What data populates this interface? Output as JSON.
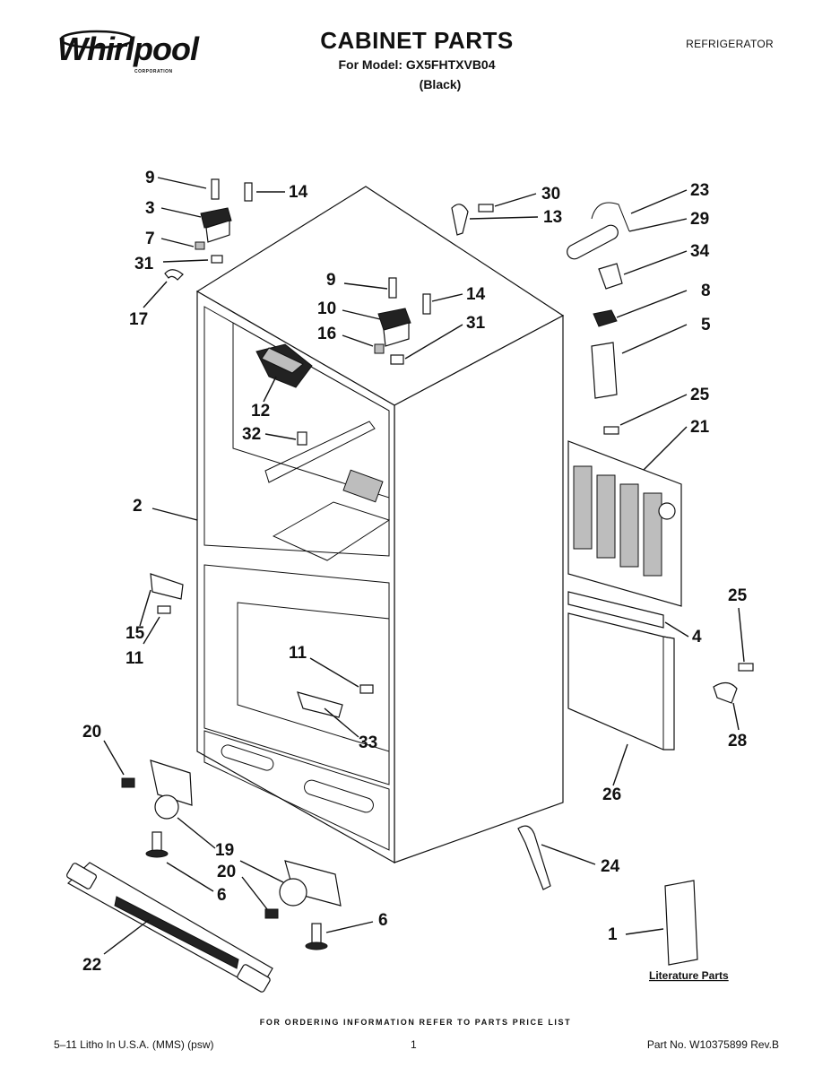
{
  "header": {
    "brand": "Whirlpool",
    "brand_sub": "CORPORATION",
    "title": "CABINET PARTS",
    "model_line": "For Model: GX5FHTXVB04",
    "color_variant": "(Black)",
    "category": "REFRIGERATOR"
  },
  "callouts": {
    "c9a": "9",
    "c3": "3",
    "c7": "7",
    "c31a": "31",
    "c17": "17",
    "c14a": "14",
    "c9b": "9",
    "c10": "10",
    "c16": "16",
    "c14b": "14",
    "c31b": "31",
    "c12": "12",
    "c32": "32",
    "c2": "2",
    "c15": "15",
    "c11a": "11",
    "c11b": "11",
    "c33": "33",
    "c20a": "20",
    "c19": "19",
    "c20b": "20",
    "c6a": "6",
    "c6b": "6",
    "c22": "22",
    "c30": "30",
    "c13": "13",
    "c23": "23",
    "c29": "29",
    "c34": "34",
    "c8": "8",
    "c5": "5",
    "c25a": "25",
    "c21": "21",
    "c4": "4",
    "c25b": "25",
    "c28": "28",
    "c26": "26",
    "c24": "24",
    "c1": "1"
  },
  "literature_label": "Literature Parts",
  "footer": {
    "ordering_note": "FOR ORDERING INFORMATION REFER TO PARTS PRICE LIST",
    "litho": "5–11 Litho In U.S.A. (MMS) (psw)",
    "page": "1",
    "part_no": "Part No. W10375899 Rev.B"
  }
}
